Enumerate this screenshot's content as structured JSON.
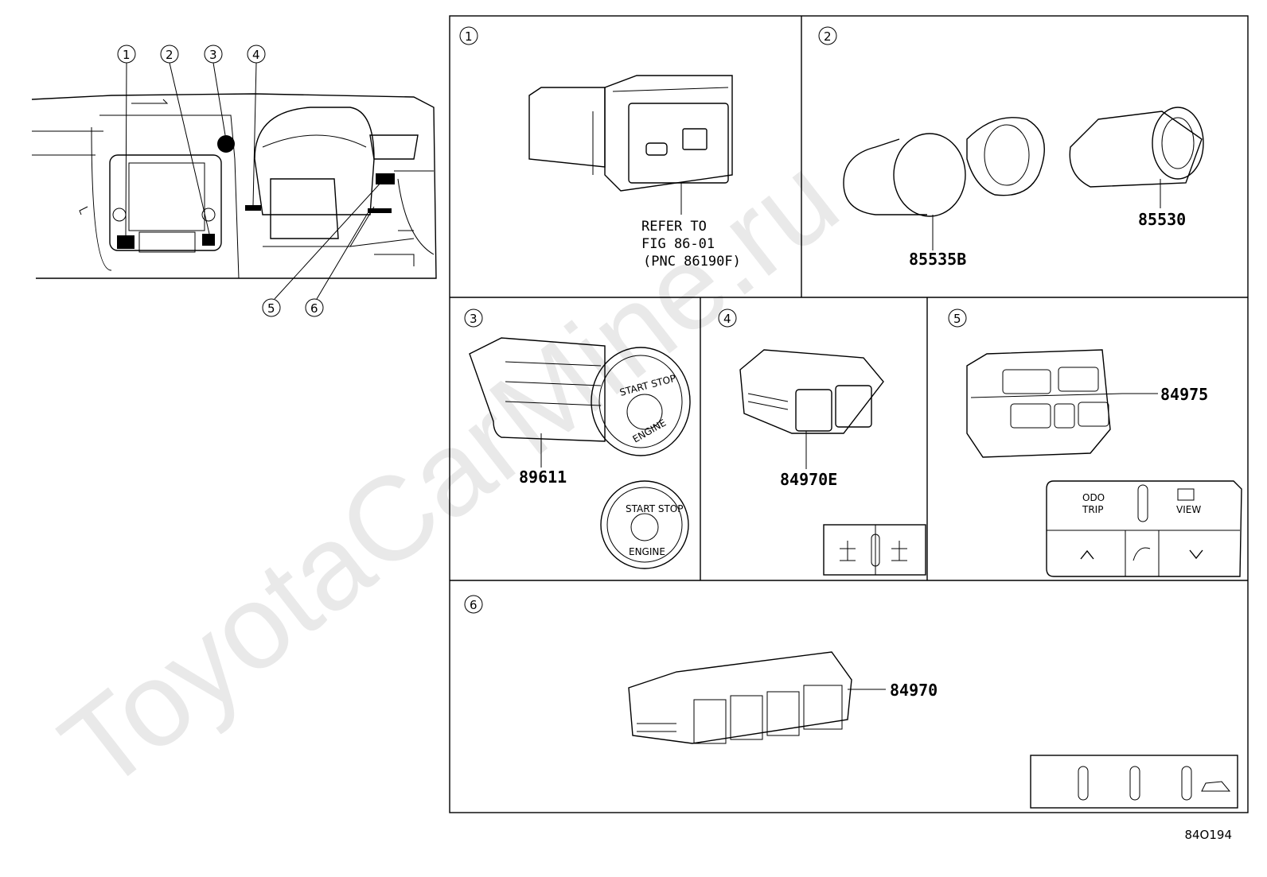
{
  "watermark": "ToyotaCarMine.ru",
  "overview": {
    "callouts": [
      "1",
      "2",
      "3",
      "4",
      "5",
      "6"
    ]
  },
  "panels": [
    {
      "id": "1",
      "parts": [
        {
          "number": "REFER TO"
        },
        {
          "number": "FIG 86-01"
        },
        {
          "number": "(PNC 86190F)"
        }
      ]
    },
    {
      "id": "2",
      "parts": [
        {
          "number": "85535B"
        },
        {
          "number": "85530"
        }
      ]
    },
    {
      "id": "3",
      "parts": [
        {
          "number": "89611"
        }
      ],
      "labels": {
        "start_stop": "START STOP",
        "engine": "ENGINE"
      }
    },
    {
      "id": "4",
      "parts": [
        {
          "number": "84970E"
        }
      ]
    },
    {
      "id": "5",
      "parts": [
        {
          "number": "84975"
        }
      ],
      "labels": {
        "odo": "ODO",
        "trip": "TRIP",
        "view": "VIEW"
      }
    },
    {
      "id": "6",
      "parts": [
        {
          "number": "84970"
        }
      ]
    }
  ],
  "footer_code": "84O194"
}
